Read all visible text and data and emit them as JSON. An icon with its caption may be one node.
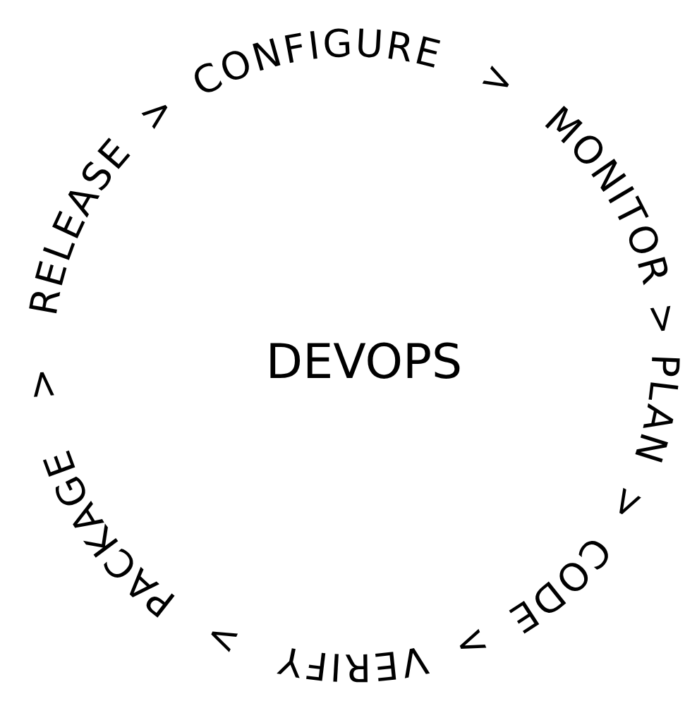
{
  "diagram": {
    "nodes": [
      {
        "text": [
          "DEVOPS"
        ]
      },
      {
        "text": [
          "CONFIGURE"
        ]
      },
      {
        "text": [
          "MONITOR"
        ]
      },
      {
        "text": [
          "PLAN"
        ]
      },
      {
        "text": [
          "CODE"
        ]
      },
      {
        "text": [
          "VERIFY"
        ]
      },
      {
        "text": [
          "PACKAGE"
        ]
      },
      {
        "text": [
          "RELEASE"
        ]
      }
    ],
    "labels": [
      ">",
      ">",
      ">",
      ">",
      ">",
      ">",
      ">"
    ]
  }
}
